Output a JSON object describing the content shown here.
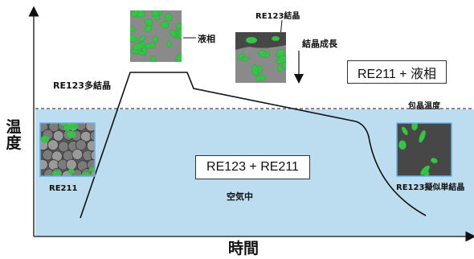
{
  "axes": {
    "y_label": "温度",
    "x_label": "時間"
  },
  "labels": {
    "peritectic": "包晶温度",
    "polycrystal": "RE123多結晶",
    "re211": "RE211",
    "liquid": "液相",
    "re123_crystal": "RE123結晶",
    "crystal_growth": "結晶成長",
    "in_air": "空気中",
    "quasi_single": "RE123擬似単結晶"
  },
  "boxes": {
    "upper_phase": "RE211 + 液相",
    "lower_phase": "RE123 + RE211"
  },
  "colors": {
    "region_fill": "#bcdcef",
    "micro_border": "#6ab0e0",
    "green_phase": "#35c445",
    "gray_matrix": "#8a8a8a",
    "dark_matrix": "#474747",
    "curve": "#111111"
  }
}
